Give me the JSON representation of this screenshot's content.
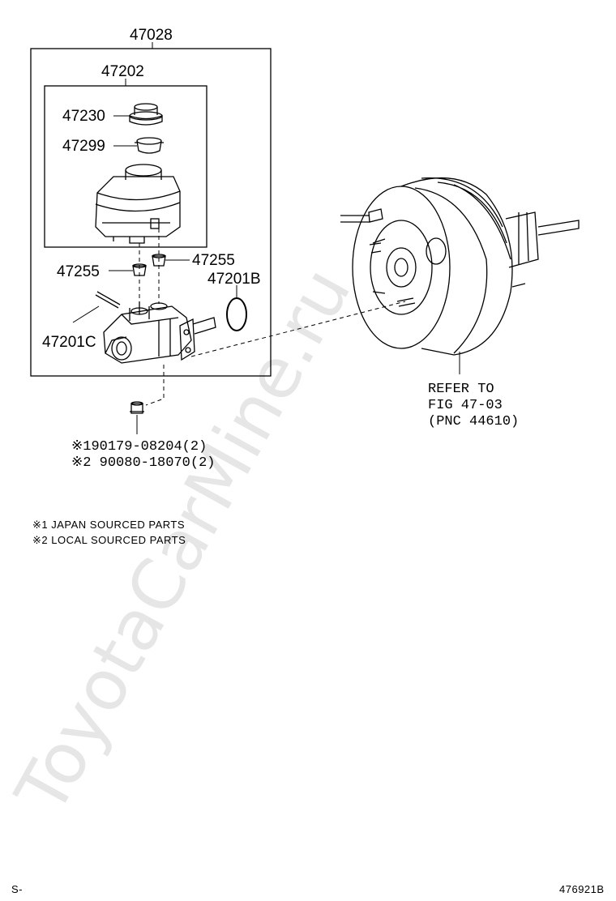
{
  "watermark": "ToyotaCarMine.ru",
  "labels": {
    "assembly": "47028",
    "reservoir_sub": "47202",
    "cap": "47230",
    "strainer": "47299",
    "grommet_left": "47255",
    "grommet_right": "47255",
    "oring": "47201B",
    "pin": "47201C"
  },
  "refer": {
    "line1": "REFER TO",
    "line2": "FIG 47-03",
    "line3": "(PNC 44610)"
  },
  "nut_parts": {
    "part1": "※190179-08204(2)",
    "part2": "※2 90080-18070(2)"
  },
  "notes": {
    "note1": "※1 JAPAN SOURCED PARTS",
    "note2": "※2 LOCAL SOURCED PARTS"
  },
  "footer": {
    "left": "S-",
    "right": "476921B"
  }
}
